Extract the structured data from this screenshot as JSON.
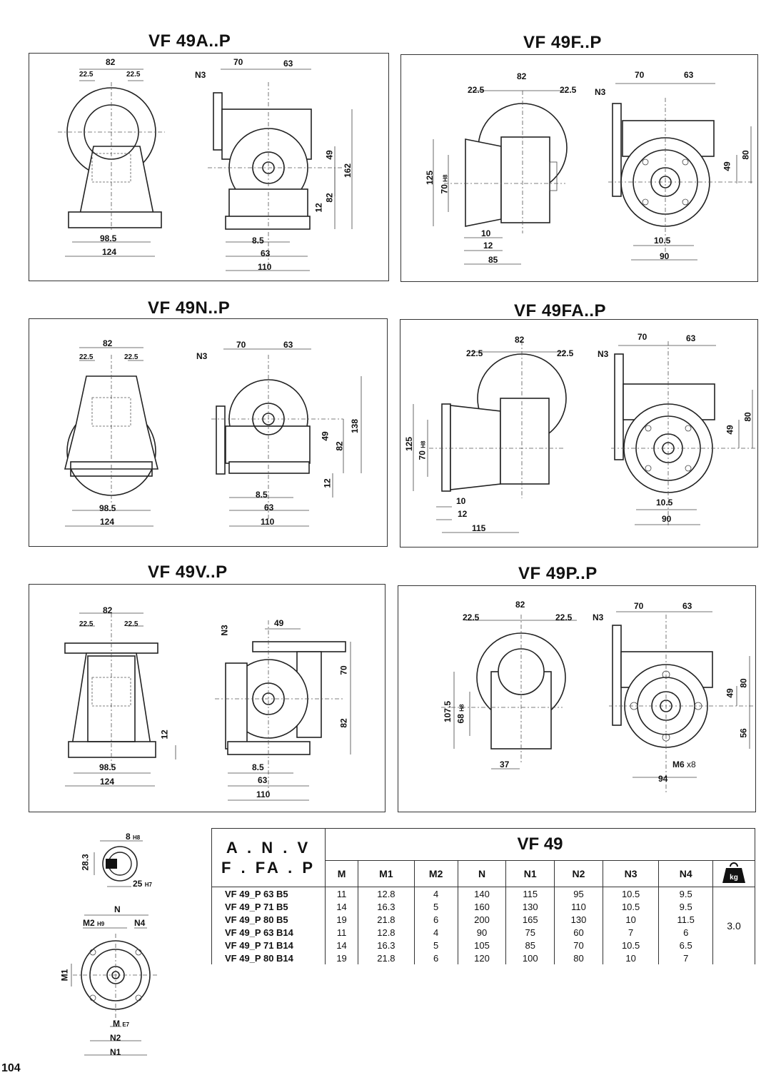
{
  "page_number": "104",
  "panels": {
    "vf49a": {
      "title": "VF 49A..P",
      "dims": {
        "d82": "82",
        "d22a": "22.5",
        "d22b": "22.5",
        "d98": "98.5",
        "d124": "124",
        "n3": "N3",
        "d70": "70",
        "d63t": "63",
        "d49": "49",
        "d162": "162",
        "d82v": "82",
        "d12": "12",
        "d85": "8.5",
        "d63b": "63",
        "d110": "110"
      }
    },
    "vf49f": {
      "title": "VF 49F..P",
      "dims": {
        "d82": "82",
        "d22a": "22.5",
        "d22b": "22.5",
        "d125": "125",
        "d70h": "70",
        "h8": "H8",
        "d10": "10",
        "d12": "12",
        "d85": "85",
        "n3": "N3",
        "d70": "70",
        "d63": "63",
        "d49": "49",
        "d80": "80",
        "d105": "10.5",
        "d90": "90"
      }
    },
    "vf49n": {
      "title": "VF 49N..P",
      "dims": {
        "d82": "82",
        "d22a": "22.5",
        "d22b": "22.5",
        "d98": "98.5",
        "d124": "124",
        "n3": "N3",
        "d70": "70",
        "d63t": "63",
        "d49": "49",
        "d82v": "82",
        "d138": "138",
        "d12": "12",
        "d85": "8.5",
        "d63b": "63",
        "d110": "110"
      }
    },
    "vf49fa": {
      "title": "VF 49FA..P",
      "dims": {
        "d82": "82",
        "d22a": "22.5",
        "d22b": "22.5",
        "d125": "125",
        "d70h": "70",
        "h8": "H8",
        "d10": "10",
        "d12": "12",
        "d115": "115",
        "n3": "N3",
        "d70": "70",
        "d63": "63",
        "d49": "49",
        "d80": "80",
        "d105": "10.5",
        "d90": "90"
      }
    },
    "vf49v": {
      "title": "VF 49V..P",
      "dims": {
        "d82": "82",
        "d22a": "22.5",
        "d22b": "22.5",
        "d98": "98.5",
        "d124": "124",
        "d12": "12",
        "n3": "N3",
        "d49": "49",
        "d70": "70",
        "d82v": "82",
        "d85": "8.5",
        "d63": "63",
        "d110": "110"
      }
    },
    "vf49p": {
      "title": "VF 49P..P",
      "dims": {
        "d82": "82",
        "d22a": "22.5",
        "d22b": "22.5",
        "d107": "107.5",
        "d68": "68",
        "h8": "H8",
        "d37": "37",
        "n3": "N3",
        "d70": "70",
        "d63": "63",
        "d49": "49",
        "d80": "80",
        "d56": "56",
        "m6": "M6",
        "x8": "x8",
        "d94": "94"
      }
    }
  },
  "shaft": {
    "d8": "8",
    "h8": "H8",
    "d283": "28.3",
    "d25": "25",
    "h7": "H7"
  },
  "flange": {
    "n": "N",
    "m2": "M2",
    "h9": "H9",
    "n4": "N4",
    "m1": "M1",
    "m": "M",
    "e7": "E7",
    "n2": "N2",
    "n1": "N1"
  },
  "table": {
    "group_line1": "A . N . V",
    "group_line2": "F . FA . P",
    "title": "VF 49",
    "columns": [
      "M",
      "M1",
      "M2",
      "N",
      "N1",
      "N2",
      "N3",
      "N4"
    ],
    "weight_icon": "kg",
    "weight": "3.0",
    "rows": [
      {
        "label": "VF 49_P 63 B5",
        "values": [
          "11",
          "12.8",
          "4",
          "140",
          "115",
          "95",
          "10.5",
          "9.5"
        ]
      },
      {
        "label": "VF 49_P 71 B5",
        "values": [
          "14",
          "16.3",
          "5",
          "160",
          "130",
          "110",
          "10.5",
          "9.5"
        ]
      },
      {
        "label": "VF 49_P 80 B5",
        "values": [
          "19",
          "21.8",
          "6",
          "200",
          "165",
          "130",
          "10",
          "11.5"
        ]
      },
      {
        "label": "VF 49_P 63 B14",
        "values": [
          "11",
          "12.8",
          "4",
          "90",
          "75",
          "60",
          "7",
          "6"
        ]
      },
      {
        "label": "VF 49_P 71 B14",
        "values": [
          "14",
          "16.3",
          "5",
          "105",
          "85",
          "70",
          "10.5",
          "6.5"
        ]
      },
      {
        "label": "VF 49_P 80 B14",
        "values": [
          "19",
          "21.8",
          "6",
          "120",
          "100",
          "80",
          "10",
          "7"
        ]
      }
    ]
  }
}
